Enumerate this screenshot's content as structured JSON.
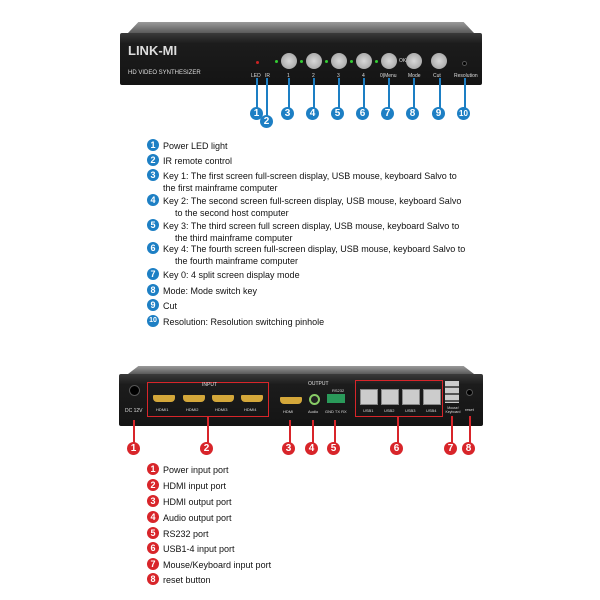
{
  "front": {
    "brand": "LINK-MI",
    "subtitle": "HD VIDEO SYNTHESIZER",
    "labels": [
      "LED",
      "IR",
      "1",
      "2",
      "3",
      "4",
      "OK",
      "0|Menu",
      "Mode",
      "Cut",
      "Resolution"
    ],
    "callouts": [
      "1",
      "2",
      "3",
      "4",
      "5",
      "6",
      "7",
      "8",
      "9",
      "10"
    ],
    "legend": [
      {
        "num": "1",
        "text": "Power LED light"
      },
      {
        "num": "2",
        "text": "IR remote control"
      },
      {
        "num": "3",
        "text": "Key 1: The first screen full-screen display, USB mouse, keyboard Salvo to",
        "text2": "the first mainframe computer"
      },
      {
        "num": "4",
        "text": "Key 2: The second screen full-screen display, USB mouse, keyboard Salvo",
        "text2": "to the second host computer"
      },
      {
        "num": "5",
        "text": "Key 3: The third screen full screen display, USB mouse, keyboard Salvo to",
        "text2": "the third mainframe computer"
      },
      {
        "num": "6",
        "text": "Key 4: The fourth screen full-screen display, USB mouse, keyboard Salvo to",
        "text2": "the fourth mainframe computer"
      },
      {
        "num": "7",
        "text": "Key 0: 4 split screen display mode"
      },
      {
        "num": "8",
        "text": "Mode: Mode switch key"
      },
      {
        "num": "9",
        "text": "Cut"
      },
      {
        "num": "10",
        "text": "Resolution: Resolution switching pinhole"
      }
    ]
  },
  "back": {
    "labels": {
      "dc": "DC 12V",
      "input": "INPUT",
      "hdmi_in": [
        "HDMI1",
        "HDMI2",
        "HDMI3",
        "HDMI4"
      ],
      "output": "OUTPUT",
      "hdmi_out": "HDMI",
      "audio": "Audio",
      "rs232": "RS232",
      "rs232_pins": "GND TX RX",
      "usb": [
        "USB1",
        "USB2",
        "USB3",
        "USB4"
      ],
      "mk": "Mouse/ Keyboard",
      "reset": "reset"
    },
    "callouts": [
      "1",
      "2",
      "3",
      "4",
      "5",
      "6",
      "7",
      "8"
    ],
    "legend": [
      {
        "num": "1",
        "text": "Power input port"
      },
      {
        "num": "2",
        "text": "HDMI input port"
      },
      {
        "num": "3",
        "text": "HDMI output port"
      },
      {
        "num": "4",
        "text": "Audio output port"
      },
      {
        "num": "5",
        "text": "RS232 port"
      },
      {
        "num": "6",
        "text": "USB1-4 input port"
      },
      {
        "num": "7",
        "text": "Mouse/Keyboard input port"
      },
      {
        "num": "8",
        "text": "reset button"
      }
    ]
  },
  "colors": {
    "front_accent": "#1d7fc4",
    "back_accent": "#d8252a"
  }
}
